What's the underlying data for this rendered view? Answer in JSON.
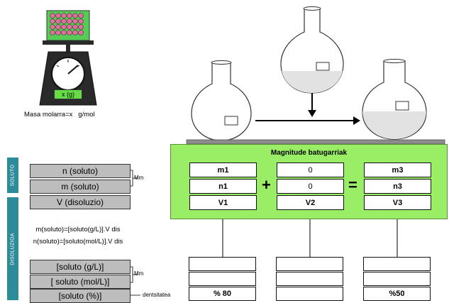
{
  "scale": {
    "display_label": "x (g)",
    "molar_mass_label": "Masa molarra=x   g/mol"
  },
  "left_panel": {
    "soluto_tag": "SOLUTO",
    "disoluzioa_tag": "DISOLUZIOA",
    "n_soluto": "n (soluto)",
    "m_soluto": "m (soluto)",
    "v_disoluzio": "V (disoluzio)",
    "mm_top": "Mm",
    "formula_m": "m(soluto)=[soluto(g/L)].V dis",
    "formula_n": "n(soluto)=[soluto(mol/L)].V dis",
    "conc_gl": "[soluto (g/L)]",
    "conc_moll": "[ soluto (mol/L)]",
    "conc_pct": "[soluto (%)]",
    "mm_bottom": "Mm",
    "dentsitatea": "dentsitatea"
  },
  "green_panel": {
    "title": "Magnitude batugarriak",
    "plus": "+",
    "equals": "=",
    "col1": [
      "m1",
      "n1",
      "V1"
    ],
    "col2": [
      "0",
      "0",
      "V2"
    ],
    "col3": [
      "m3",
      "n3",
      "V3"
    ]
  },
  "lower_boxes": {
    "col1_last": "% 80",
    "col3_last": "%50"
  },
  "colors": {
    "green_panel": "#99ee66",
    "teal_tag": "#2e8b9a",
    "gray_box": "#bdbdbd",
    "scale_body": "#2a2a2a",
    "scale_display": "#66dd44"
  }
}
